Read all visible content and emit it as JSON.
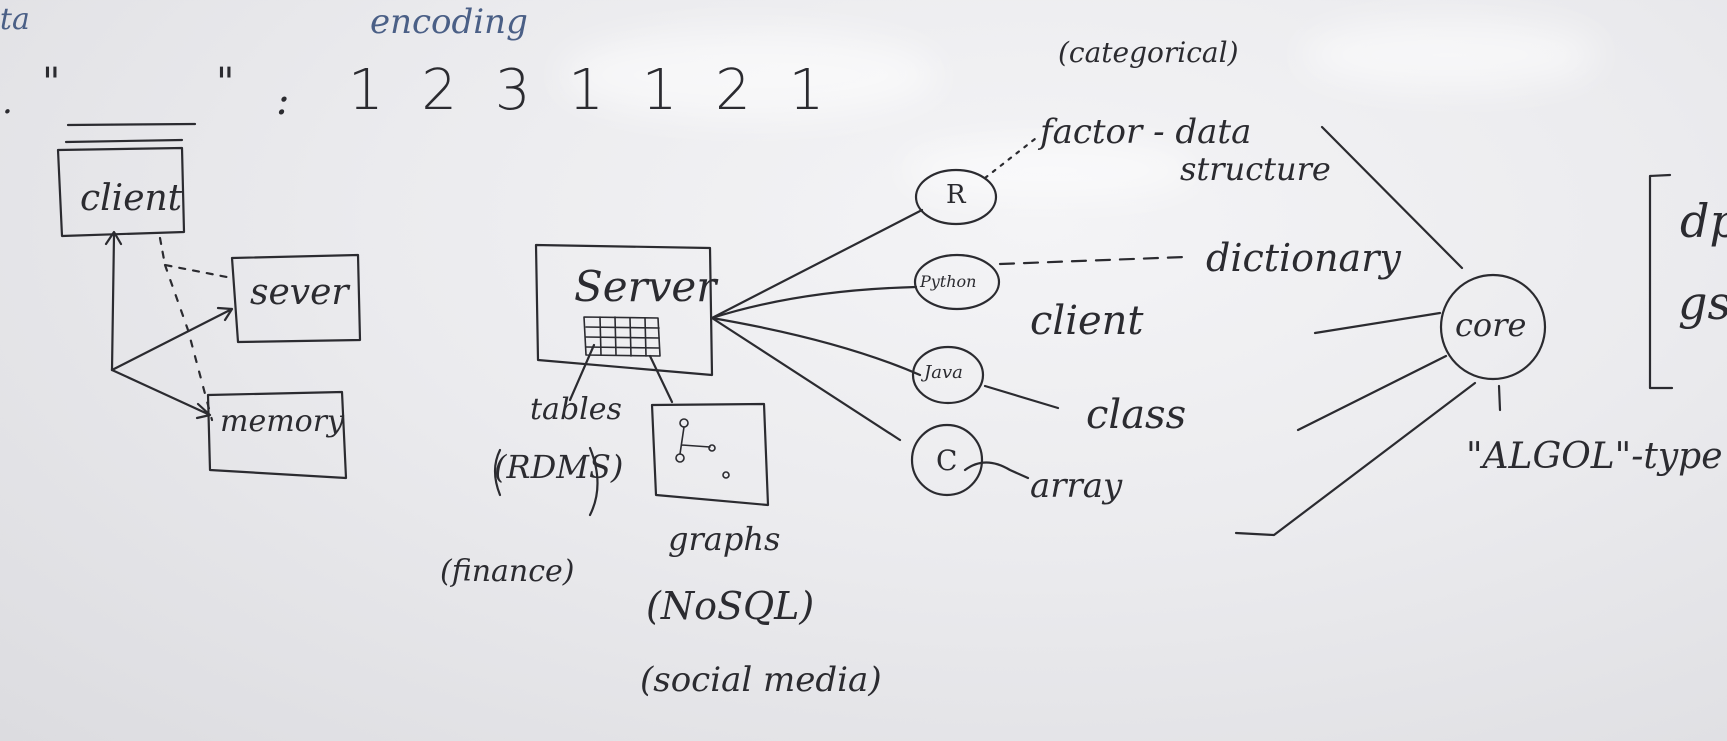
{
  "top": {
    "left_cut_word": "ata",
    "encoding_label": "encoding",
    "dot": ".",
    "quote_open": "\"",
    "blank": "______",
    "quote_close": "\"",
    "colon": ":",
    "encoded_values": "1 2 3 1 1 2 1"
  },
  "left_diagram": {
    "client": "client",
    "server": "sever",
    "memory": "memory"
  },
  "middle_diagram": {
    "server": "Server",
    "tables": "tables",
    "rdms": "(RDMS)",
    "finance": "(finance)",
    "graphs": "graphs",
    "nosql": "(NoSQL)",
    "social_media": "(social media)"
  },
  "languages": {
    "r": "R",
    "python": "Python",
    "java": "Java",
    "c": "C",
    "categorical": "(categorical)",
    "factor": "factor - data",
    "structure": "structure",
    "dictionary": "dictionary",
    "client": "client",
    "class": "class",
    "array": "array"
  },
  "right_diagram": {
    "core": "core",
    "algol": "\"ALGOL\"-type",
    "cut_1": "dp",
    "cut_2": "gs"
  }
}
